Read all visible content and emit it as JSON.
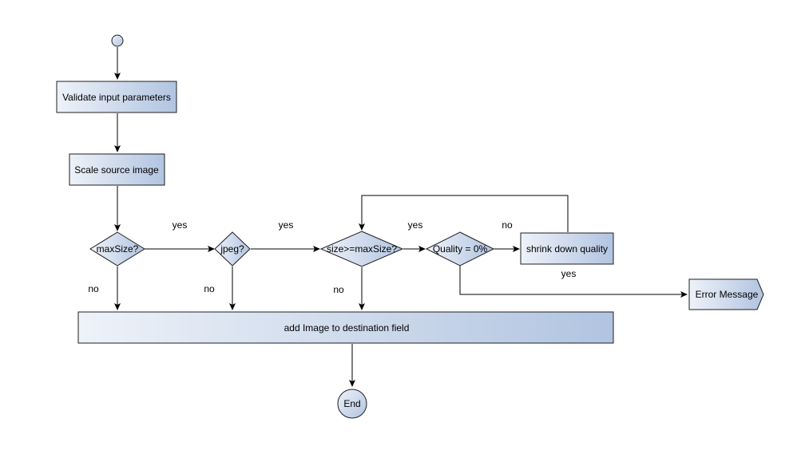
{
  "nodes": {
    "validate": "Validate input parameters",
    "scale": "Scale source image",
    "maxsize_check": "maxSize?",
    "jpeg_check": "jpeg?",
    "size_check": "size>=maxSize?",
    "quality_check": "Quality = 0%",
    "shrink": "shrink down quality",
    "add_image": "add Image to destination field",
    "error": "Error Message",
    "end": "End"
  },
  "edge_labels": {
    "maxsize_yes": "yes",
    "maxsize_no": "no",
    "jpeg_yes": "yes",
    "jpeg_no": "no",
    "size_yes": "yes",
    "size_no": "no",
    "quality_no": "no",
    "quality_yes": "yes"
  },
  "colors": {
    "fill_light": "#eef2f9",
    "fill_dark": "#b1c4e0",
    "stroke": "#1f1f1f"
  }
}
